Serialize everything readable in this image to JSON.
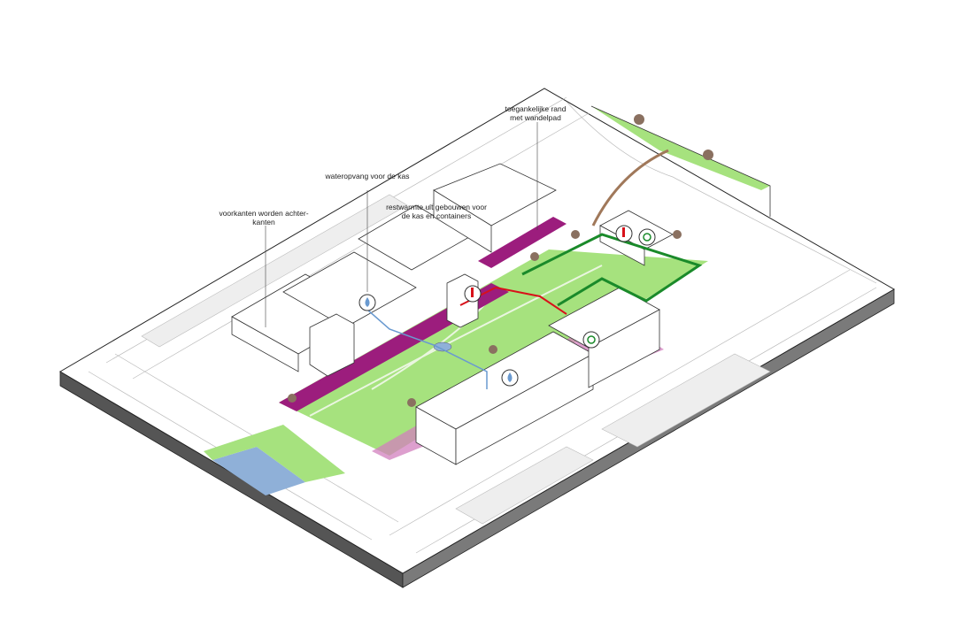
{
  "annotations": {
    "edge": {
      "line1": "toegankelijke rand",
      "line2": "met wandelpad"
    },
    "water": {
      "line1": "wateropvang voor de kas"
    },
    "heat": {
      "line1": "restwarmte uit gebouwen voor",
      "line2": "de kas en containers"
    },
    "fronts": {
      "line1": "voorkanten worden achter-",
      "line2": "kanten"
    }
  },
  "colors": {
    "park": "#a6e27e",
    "purple": "#9c1d7d",
    "pink": "#d27fbe",
    "water": "#8fb0d8",
    "heat": "#d8111a",
    "recycle": "#1a8a2a"
  },
  "icons": [
    "water-drop-icon",
    "thermometer-icon",
    "recycle-icon"
  ]
}
